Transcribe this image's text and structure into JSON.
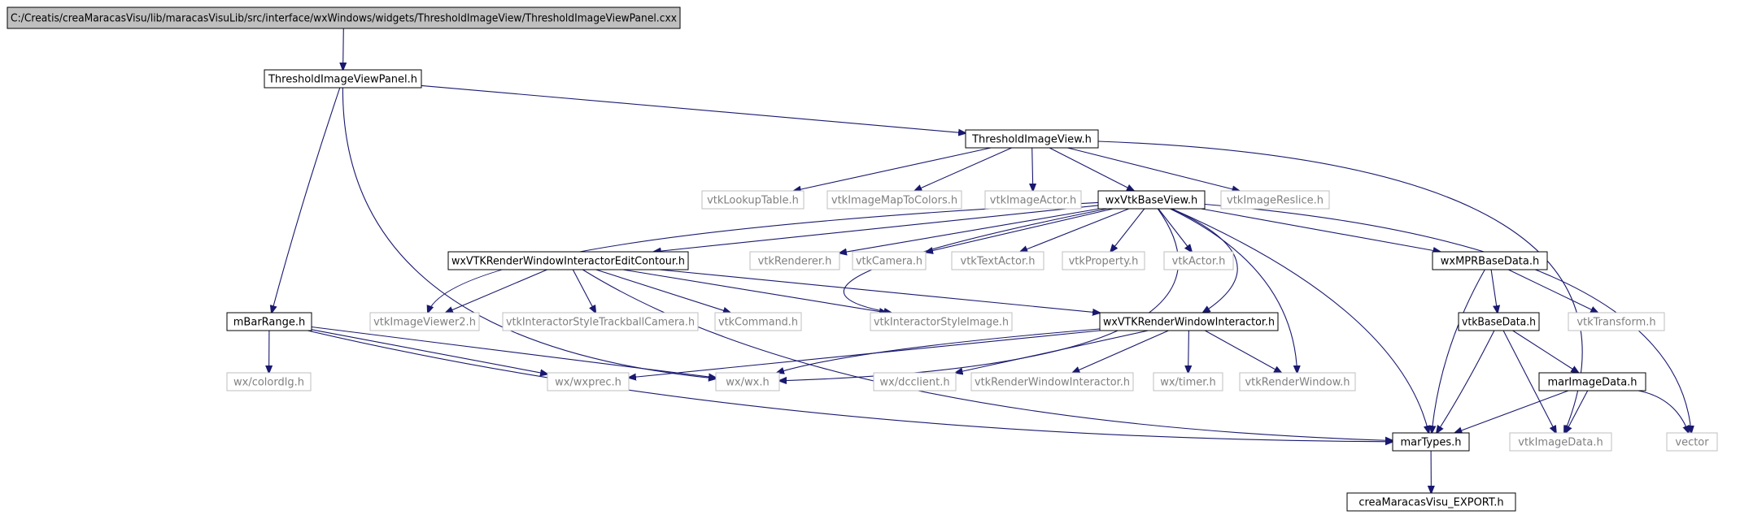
{
  "graph": {
    "colors": {
      "edge": "#191970",
      "root_fill": "#bfbfbf",
      "node_border": "#000000",
      "external_border": "#bfbfbf",
      "external_text": "#808080",
      "text": "#000000"
    },
    "nodes": [
      {
        "id": "root",
        "label": "C:/Creatis/creaMaracasVisu/lib/maracasVisuLib/src/interface/wxWindows/widgets/ThresholdImageView/ThresholdImageViewPanel.cxx",
        "kind": "root"
      },
      {
        "id": "panel_h",
        "label": "ThresholdImageViewPanel.h",
        "kind": "doc"
      },
      {
        "id": "tiv_h",
        "label": "ThresholdImageView.h",
        "kind": "doc"
      },
      {
        "id": "lut",
        "label": "vtkLookupTable.h",
        "kind": "external"
      },
      {
        "id": "imc",
        "label": "vtkImageMapToColors.h",
        "kind": "external"
      },
      {
        "id": "ia",
        "label": "vtkImageActor.h",
        "kind": "external"
      },
      {
        "id": "wxbv",
        "label": "wxVtkBaseView.h",
        "kind": "doc"
      },
      {
        "id": "irs",
        "label": "vtkImageReslice.h",
        "kind": "external"
      },
      {
        "id": "ec",
        "label": "wxVTKRenderWindowInteractorEditContour.h",
        "kind": "doc"
      },
      {
        "id": "ren",
        "label": "vtkRenderer.h",
        "kind": "external"
      },
      {
        "id": "cam",
        "label": "vtkCamera.h",
        "kind": "external"
      },
      {
        "id": "ta",
        "label": "vtkTextActor.h",
        "kind": "external"
      },
      {
        "id": "prop",
        "label": "vtkProperty.h",
        "kind": "external"
      },
      {
        "id": "act",
        "label": "vtkActor.h",
        "kind": "external"
      },
      {
        "id": "mpr",
        "label": "wxMPRBaseData.h",
        "kind": "doc"
      },
      {
        "id": "mbar",
        "label": "mBarRange.h",
        "kind": "doc"
      },
      {
        "id": "iv2",
        "label": "vtkImageViewer2.h",
        "kind": "external"
      },
      {
        "id": "istb",
        "label": "vtkInteractorStyleTrackballCamera.h",
        "kind": "external"
      },
      {
        "id": "cmd",
        "label": "vtkCommand.h",
        "kind": "external"
      },
      {
        "id": "isi",
        "label": "vtkInteractorStyleImage.h",
        "kind": "external"
      },
      {
        "id": "rwi",
        "label": "wxVTKRenderWindowInteractor.h",
        "kind": "doc"
      },
      {
        "id": "vbd",
        "label": "vtkBaseData.h",
        "kind": "doc"
      },
      {
        "id": "tr",
        "label": "vtkTransform.h",
        "kind": "external"
      },
      {
        "id": "cdlg",
        "label": "wx/colordlg.h",
        "kind": "external"
      },
      {
        "id": "wxprec",
        "label": "wx/wxprec.h",
        "kind": "external"
      },
      {
        "id": "wxwx",
        "label": "wx/wx.h",
        "kind": "external"
      },
      {
        "id": "dcc",
        "label": "wx/dcclient.h",
        "kind": "external"
      },
      {
        "id": "vrwi",
        "label": "vtkRenderWindowInteractor.h",
        "kind": "external"
      },
      {
        "id": "timer",
        "label": "wx/timer.h",
        "kind": "external"
      },
      {
        "id": "vrw",
        "label": "vtkRenderWindow.h",
        "kind": "external"
      },
      {
        "id": "mid",
        "label": "marImageData.h",
        "kind": "doc"
      },
      {
        "id": "mt",
        "label": "marTypes.h",
        "kind": "doc"
      },
      {
        "id": "vid",
        "label": "vtkImageData.h",
        "kind": "external"
      },
      {
        "id": "vec",
        "label": "vector",
        "kind": "external"
      },
      {
        "id": "exp",
        "label": "creaMaracasVisu_EXPORT.h",
        "kind": "doc"
      }
    ],
    "edges": [
      [
        "root",
        "panel_h"
      ],
      [
        "panel_h",
        "tiv_h"
      ],
      [
        "panel_h",
        "mbar"
      ],
      [
        "panel_h",
        "wxwx"
      ],
      [
        "tiv_h",
        "lut"
      ],
      [
        "tiv_h",
        "imc"
      ],
      [
        "tiv_h",
        "ia"
      ],
      [
        "tiv_h",
        "wxbv"
      ],
      [
        "tiv_h",
        "irs"
      ],
      [
        "tiv_h",
        "vid"
      ],
      [
        "wxbv",
        "ec"
      ],
      [
        "wxbv",
        "ren"
      ],
      [
        "wxbv",
        "cam"
      ],
      [
        "wxbv",
        "ta"
      ],
      [
        "wxbv",
        "prop"
      ],
      [
        "wxbv",
        "act"
      ],
      [
        "wxbv",
        "mpr"
      ],
      [
        "wxbv",
        "iv2"
      ],
      [
        "wxbv",
        "isi"
      ],
      [
        "wxbv",
        "rwi"
      ],
      [
        "wxbv",
        "wxwx"
      ],
      [
        "wxbv",
        "vrw"
      ],
      [
        "wxbv",
        "mt"
      ],
      [
        "wxbv",
        "vec"
      ],
      [
        "ec",
        "iv2"
      ],
      [
        "ec",
        "istb"
      ],
      [
        "ec",
        "cmd"
      ],
      [
        "ec",
        "isi"
      ],
      [
        "ec",
        "rwi"
      ],
      [
        "ec",
        "mt"
      ],
      [
        "mbar",
        "cdlg"
      ],
      [
        "mbar",
        "wxprec"
      ],
      [
        "mbar",
        "wxwx"
      ],
      [
        "mbar",
        "mt"
      ],
      [
        "rwi",
        "wxprec"
      ],
      [
        "rwi",
        "wxwx"
      ],
      [
        "rwi",
        "dcc"
      ],
      [
        "rwi",
        "vrwi"
      ],
      [
        "rwi",
        "timer"
      ],
      [
        "rwi",
        "vrw"
      ],
      [
        "mpr",
        "vbd"
      ],
      [
        "mpr",
        "tr"
      ],
      [
        "mpr",
        "mt"
      ],
      [
        "vbd",
        "mid"
      ],
      [
        "vbd",
        "mt"
      ],
      [
        "vbd",
        "vid"
      ],
      [
        "mid",
        "mt"
      ],
      [
        "mid",
        "vid"
      ],
      [
        "mid",
        "vec"
      ],
      [
        "mt",
        "exp"
      ]
    ]
  }
}
